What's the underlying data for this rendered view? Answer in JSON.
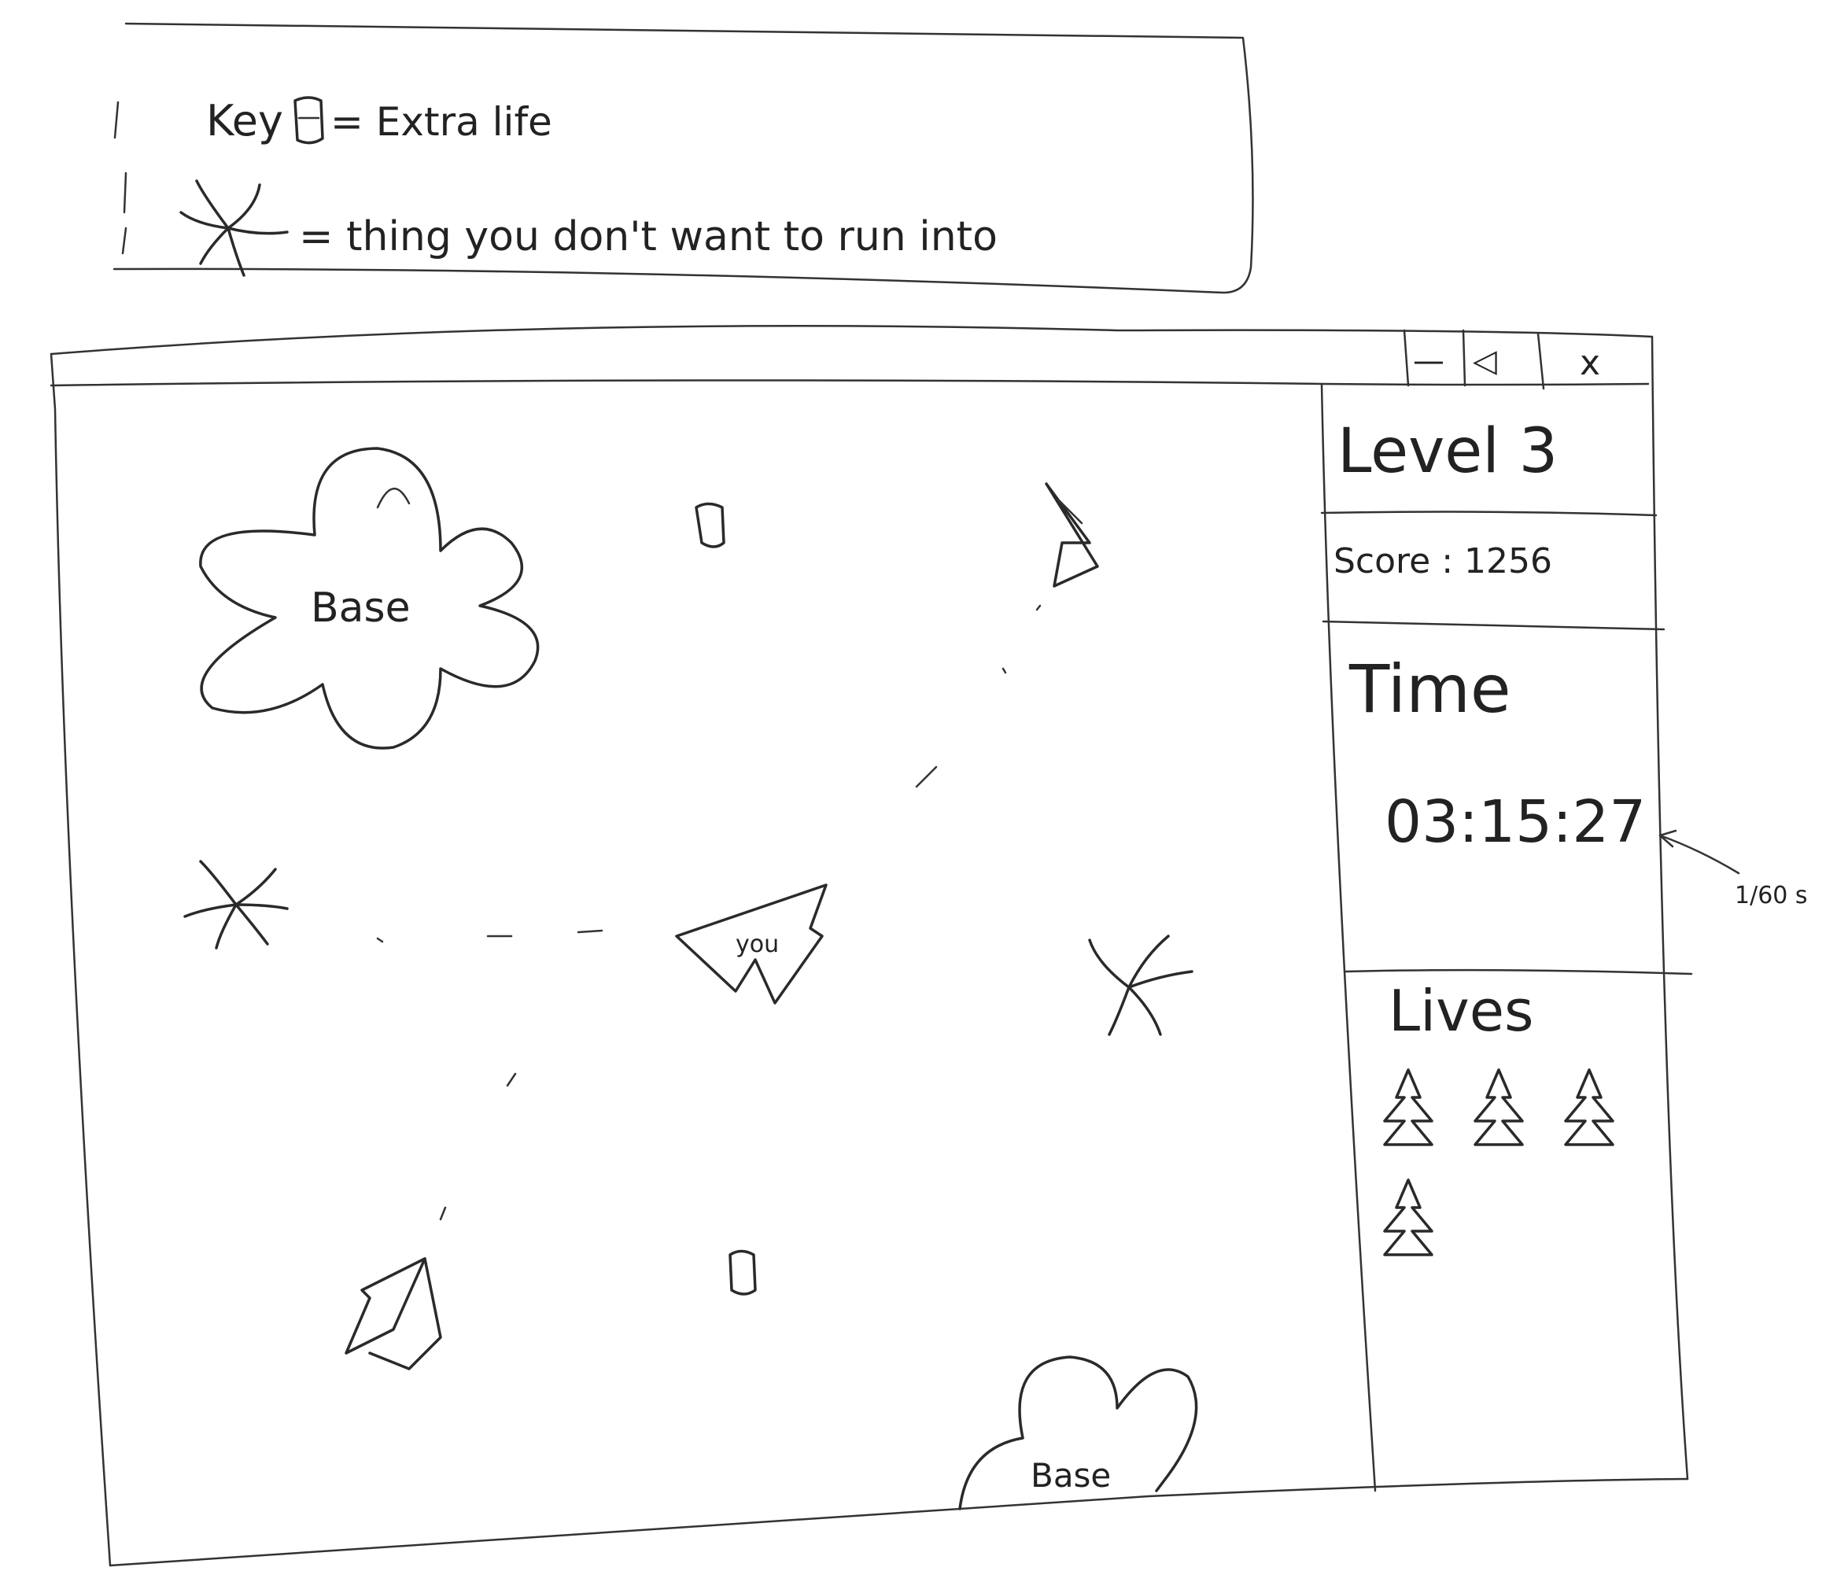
{
  "legend": {
    "key_label": "Key",
    "extra_life_text": "= Extra life",
    "hazard_text": "= thing you don't want to run into",
    "extra_life_icon": "canister-icon",
    "hazard_icon": "vortex-icon"
  },
  "window": {
    "controls": {
      "minimize_label": "—",
      "restore_label": "◁",
      "close_label": "x"
    }
  },
  "hud": {
    "level_text": "Level 3",
    "score_text": "Score : 1256",
    "time_label": "Time",
    "time_value": "03:15:27",
    "time_annotation": "1/60 s",
    "lives_label": "Lives",
    "lives_count": 4,
    "life_icon": "tree-ship-icon"
  },
  "playfield": {
    "base_top_label": "Base",
    "base_bottom_label": "Base",
    "player_label": "you"
  }
}
